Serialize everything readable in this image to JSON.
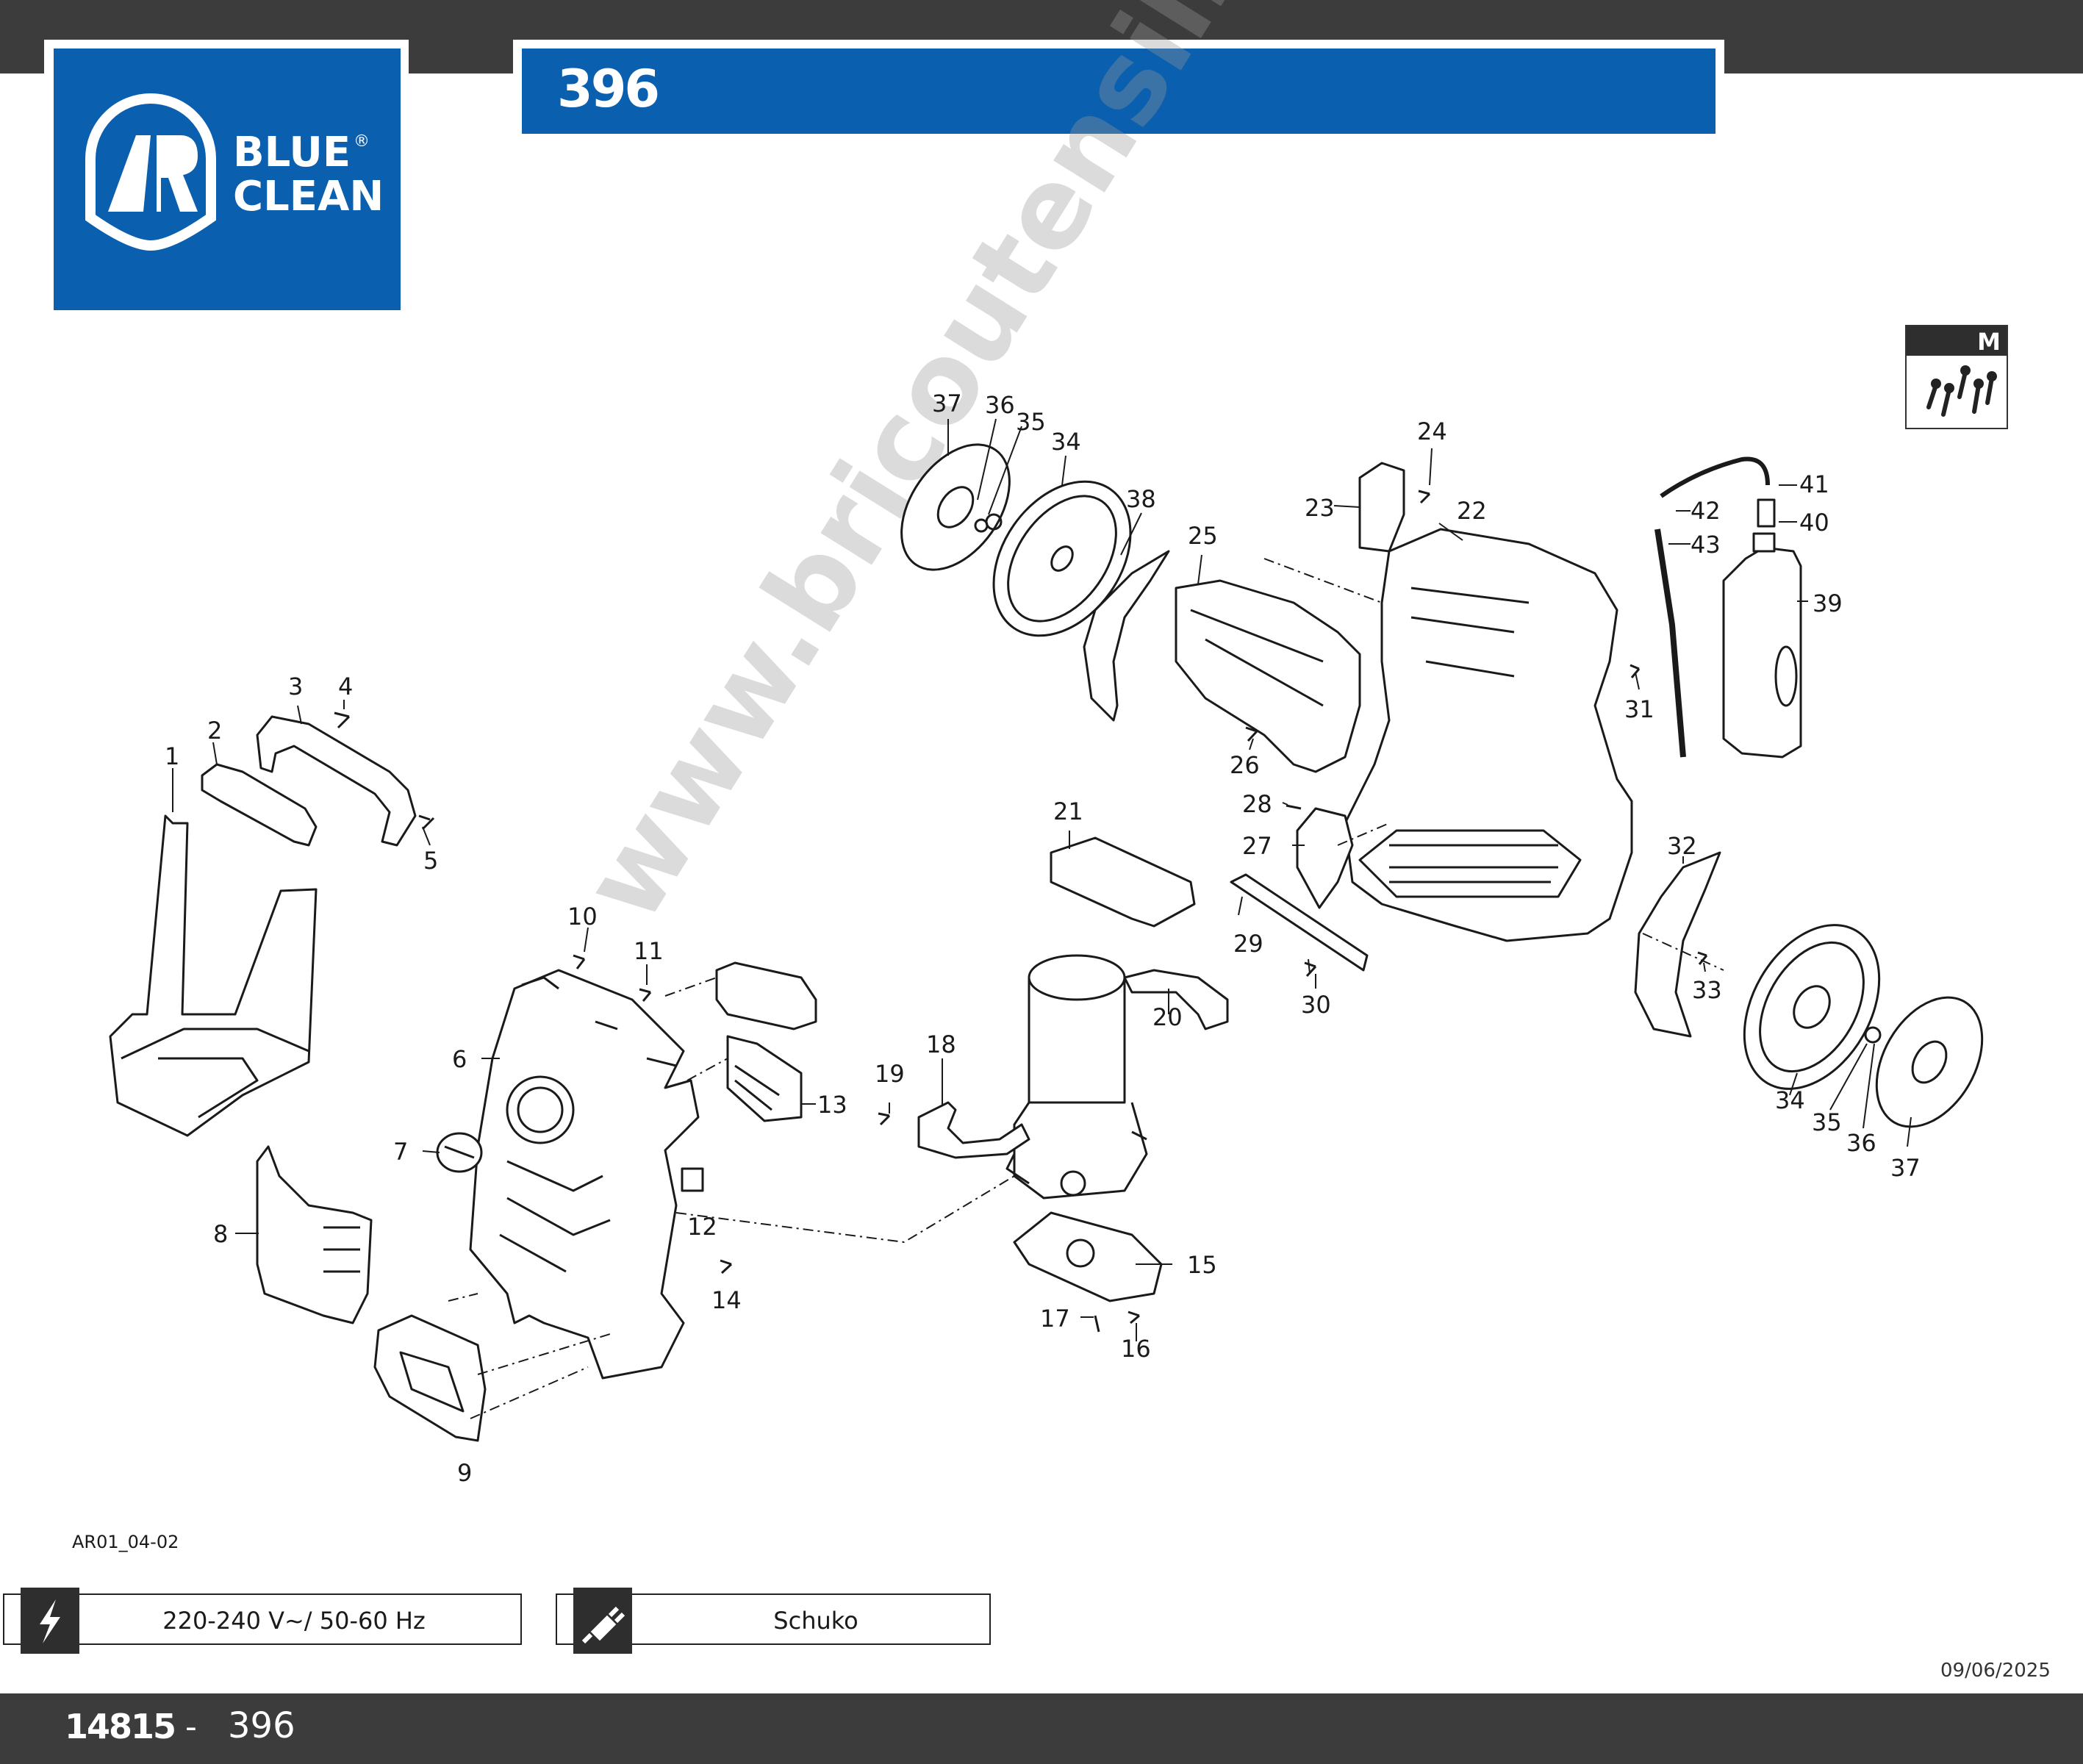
{
  "header": {
    "brand_line1": "BLUE",
    "brand_line2": "CLEAN",
    "brand_mark": "®",
    "model": "396"
  },
  "badge": {
    "letter": "M",
    "icon": "screws-icon"
  },
  "watermark": "www.bricoutensili.com",
  "diagram": {
    "callouts": [
      "1",
      "2",
      "3",
      "4",
      "5",
      "6",
      "7",
      "8",
      "9",
      "10",
      "11",
      "12",
      "13",
      "14",
      "15",
      "16",
      "17",
      "18",
      "19",
      "20",
      "21",
      "22",
      "23",
      "24",
      "25",
      "26",
      "27",
      "28",
      "29",
      "30",
      "31",
      "32",
      "33",
      "34",
      "35",
      "36",
      "37",
      "38",
      "39",
      "40",
      "41",
      "42",
      "43",
      "34",
      "35",
      "36",
      "37"
    ]
  },
  "doc_code": "AR01_04-02",
  "info": {
    "voltage_icon": "lightning-icon",
    "voltage": "220-240 V~/ 50-60 Hz",
    "plug_icon": "plug-icon",
    "plug": "Schuko"
  },
  "date": "09/06/2025",
  "footer": {
    "code": "14815",
    "separator": "-",
    "model": "396"
  },
  "colors": {
    "brand_blue": "#0a5fae",
    "bar_gray": "#3c3c3c"
  }
}
